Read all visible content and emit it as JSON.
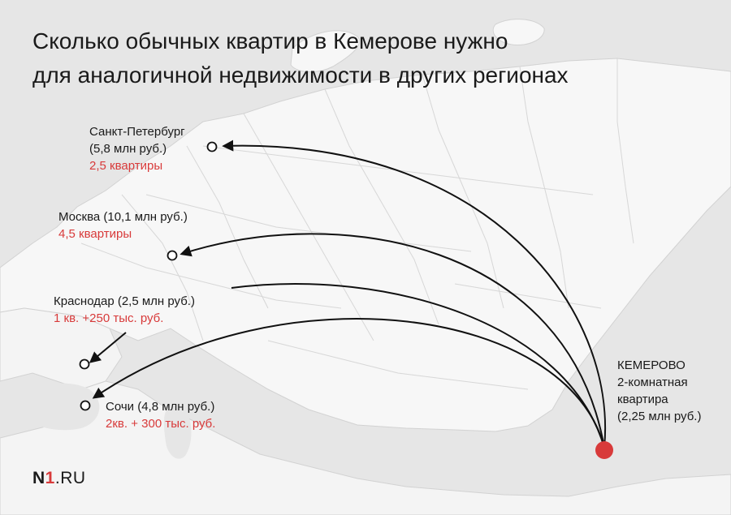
{
  "title": {
    "line1": "Сколько обычных квартир в Кемерове нужно",
    "line2": "для аналогичной недвижимости в других регионах"
  },
  "colors": {
    "background": "#e6e6e6",
    "land": "#f7f7f7",
    "border": "#d2d2d2",
    "accent": "#d83a3a",
    "arrow": "#111111"
  },
  "cities": [
    {
      "name": "Санкт-Петербург",
      "price": "(5,8 млн руб.)",
      "ratio": "2,5 квартиры"
    },
    {
      "name": "Москва (10,1 млн руб.)",
      "ratio": "4,5 квартиры"
    },
    {
      "name": "Краснодар (2,5 млн руб.)",
      "ratio": "1 кв. +250 тыс. руб."
    },
    {
      "name": "Сочи (4,8 млн руб.)",
      "ratio": "2кв. + 300 тыс. руб."
    }
  ],
  "origin": {
    "name": "КЕМЕРОВО",
    "type_line1": "2-комнатная",
    "type_line2": "квартира",
    "price": "(2,25 млн руб.)"
  },
  "logo": {
    "n": "N",
    "one": "1",
    "suffix": ".RU"
  }
}
